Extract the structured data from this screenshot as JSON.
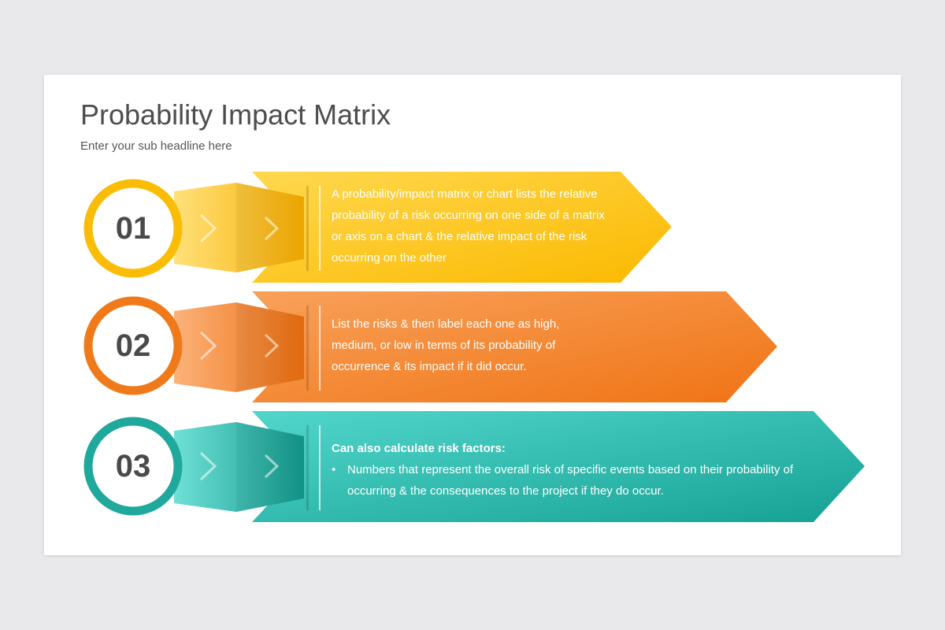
{
  "slide": {
    "title": "Probability Impact Matrix",
    "subtitle": "Enter your sub headline here"
  },
  "items": [
    {
      "number": "01",
      "color": "#ffc20e",
      "text": "A probability/impact matrix or chart lists the relative probability of a risk occurring on one side of a matrix or axis on a chart & the relative impact of the risk occurring on the other"
    },
    {
      "number": "02",
      "color": "#f47e1f",
      "text": "List the risks & then label each one as high, medium, or low in terms of its probability of occurrence & its impact if it did occur."
    },
    {
      "number": "03",
      "color": "#22b3a7",
      "heading": "Can also calculate risk factors:",
      "bullet": "Numbers that represent the overall risk of specific events based on their probability of occurring & the consequences to the project if they do occur."
    }
  ]
}
